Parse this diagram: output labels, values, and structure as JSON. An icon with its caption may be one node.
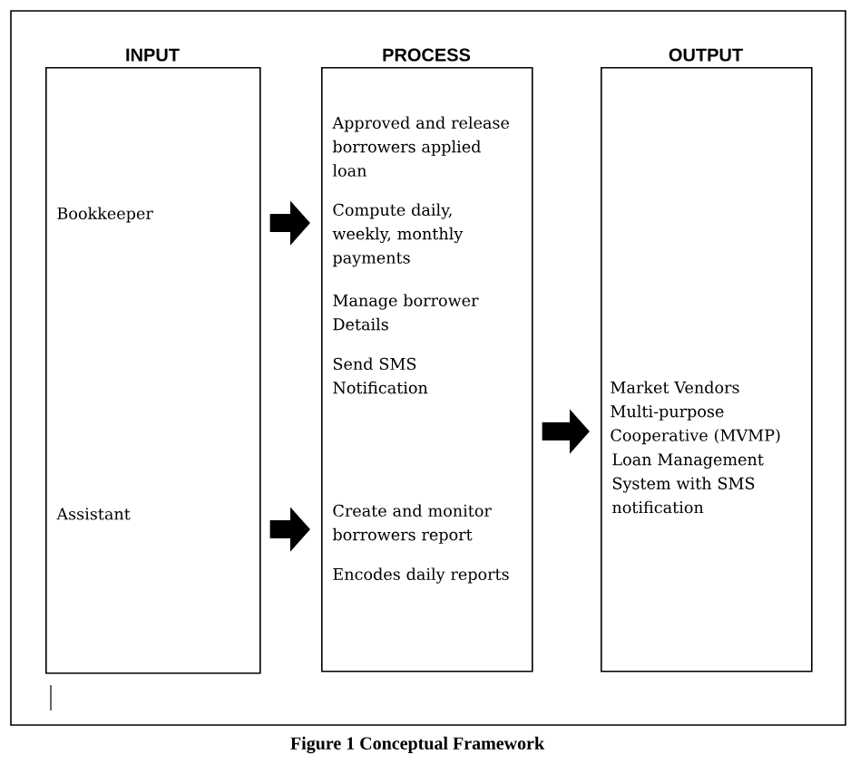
{
  "diagram": {
    "caption": "Figure 1 Conceptual Framework",
    "nodes": [
      {
        "text": [
          "INPUT",
          "Bookkeeper",
          "Assistant"
        ]
      },
      {
        "text": [
          "PROCESS",
          "Approved and release borrowers applied loan",
          "Compute daily, weekly, monthly payments",
          "Manage borrower Details",
          "Send SMS Notification",
          "Create and monitor borrowers report",
          "Encodes daily reports"
        ]
      },
      {
        "text": [
          "OUTPUT",
          "Market Vendors Multi-purpose Cooperative (MVMP)",
          "Loan Management System with SMS notification"
        ]
      }
    ],
    "edges": [
      {
        "from": 0,
        "to": 1,
        "arrow": "to"
      },
      {
        "from": 0,
        "to": 1,
        "arrow": "to"
      },
      {
        "from": 1,
        "to": 2,
        "arrow": "to"
      }
    ]
  }
}
